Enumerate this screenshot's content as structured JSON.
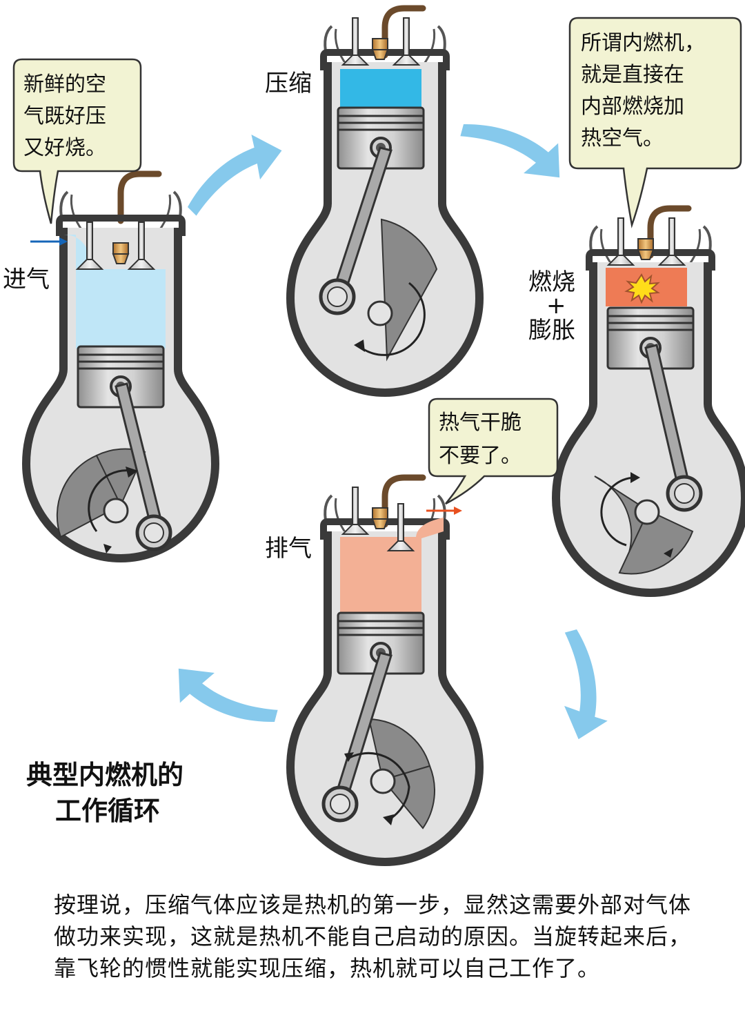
{
  "stages": {
    "intake": "进气",
    "compression": "压缩",
    "combustion_1": "燃烧",
    "combustion_plus": "+",
    "combustion_2": "膨胀",
    "exhaust": "排气"
  },
  "bubbles": {
    "intake": [
      "新鲜的空",
      "气既好压",
      "又好烧。"
    ],
    "combustion": [
      "所谓内燃机，",
      "就是直接在",
      "内部燃烧加",
      "热空气。"
    ],
    "exhaust": [
      "热气干脆",
      "不要了。"
    ]
  },
  "title": [
    "典型内燃机的",
    "工作循环"
  ],
  "caption": "按理说，压缩气体应该是热机的第一步，显然这需要外部对气体做功来实现，这就是热机不能自己启动的原因。当旋转起来后，靠飞轮的惯性就能实现压缩，热机就可以自己工作了。",
  "colors": {
    "cycle_arrow": "#86c9ec",
    "intake_air": "#bfe6f7",
    "compressed_air": "#33b8e6",
    "combustion_gas": "#ee7b55",
    "exhaust_gas": "#f3b095",
    "bubble_fill": "#f2f3d3",
    "cylinder_fill": "#e2e2e2",
    "flywheel": "#8a8a8a",
    "intake_flow_arrow": "#1565b8",
    "exhaust_flow_arrow": "#e8501f"
  },
  "icons": [
    "cycle-arrow-icon",
    "rotation-arrow-icon",
    "explosion-icon",
    "intake-flow-arrow-icon",
    "exhaust-flow-arrow-icon"
  ]
}
